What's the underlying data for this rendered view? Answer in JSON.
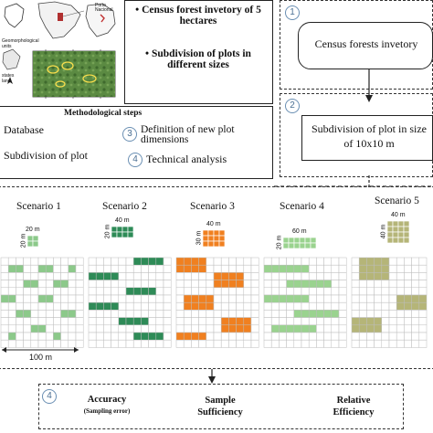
{
  "header": {
    "map_labels": {
      "city": "Porto\nNacional",
      "legend_line1": "Geomorphological",
      "legend_line2": "units",
      "states": "states",
      "land": "land"
    },
    "bullets": [
      "Census forest invetory of 5 hectares",
      "Subdivision of plots in different sizes"
    ]
  },
  "method": {
    "title": "Methodological steps",
    "items": [
      {
        "num": "",
        "text": "Database"
      },
      {
        "num": "",
        "text": "Subdivision of plot"
      },
      {
        "num": "3",
        "text": "Definition of new plot dimensions"
      },
      {
        "num": "4",
        "text": "Technical analysis"
      }
    ]
  },
  "right_flow": {
    "step1": {
      "num": "1",
      "text": "Census forests invetory"
    },
    "step2": {
      "num": "2",
      "text": "Subdivision of plot in size of 10x10 m"
    }
  },
  "scenarios": [
    {
      "label": "Scenario 1",
      "w": "20 m",
      "h": "20 m",
      "color": "#8cc98a"
    },
    {
      "label": "Scenario 2",
      "w": "40 m",
      "h": "20 m",
      "color": "#2e8b57"
    },
    {
      "label": "Scenario 3",
      "w": "40 m",
      "h": "30 m",
      "color": "#f08020"
    },
    {
      "label": "Scenario 4",
      "w": "60 m",
      "h": "20 m",
      "color": "#9ad38f"
    },
    {
      "label": "Scenario 5",
      "w": "40 m",
      "h": "40 m",
      "color": "#b5b578"
    }
  ],
  "scale_label": "100 m",
  "results": {
    "num": "4",
    "items": [
      {
        "title": "Accuracy",
        "sub": "(Sampling error)"
      },
      {
        "title": "Sample",
        "sub": "Sufficiency"
      },
      {
        "title": "Relative",
        "sub": "Efficiency"
      }
    ]
  },
  "colors": {
    "s1": "#8cc98a",
    "s2": "#2e8b57",
    "s3": "#f08020",
    "s4": "#9ad38f",
    "s5": "#b5b578",
    "circle": "#6a8fb3"
  }
}
